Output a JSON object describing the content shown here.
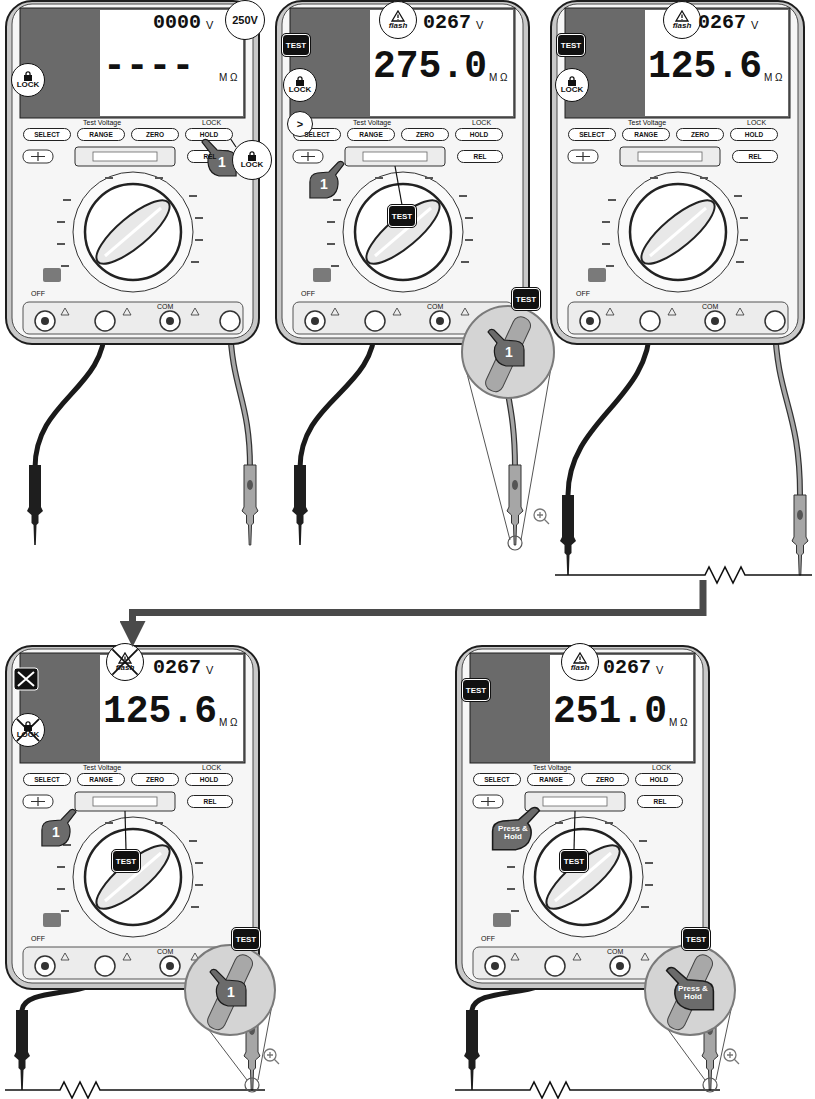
{
  "diagram": {
    "nodes": [
      {
        "text": [
          "0000",
          "V",
          "----",
          "M Ω",
          "Test Voltage",
          "LOCK",
          "COM",
          "OFF"
        ]
      },
      {
        "text": [
          "SELECT"
        ],
        "in": 0
      },
      {
        "text": [
          "RANGE"
        ],
        "in": 0
      },
      {
        "text": [
          "ZERO"
        ],
        "in": 0
      },
      {
        "text": [
          "HOLD"
        ],
        "in": 0
      },
      {
        "text": [
          "REL"
        ],
        "in": 0
      },
      {
        "text": [
          "250V"
        ]
      },
      {
        "text": [
          "LOCK"
        ]
      },
      {
        "text": [
          "1"
        ]
      },
      {
        "text": [
          "LOCK"
        ]
      },
      {
        "text": [
          "0267",
          "V",
          "275.0",
          "M Ω",
          "Test Voltage",
          "LOCK",
          "COM",
          "OFF"
        ]
      },
      {
        "text": [
          "SELECT"
        ],
        "in": 10
      },
      {
        "text": [
          "RANGE"
        ],
        "in": 10
      },
      {
        "text": [
          "ZERO"
        ],
        "in": 10
      },
      {
        "text": [
          "HOLD"
        ],
        "in": 10
      },
      {
        "text": [
          "REL"
        ],
        "in": 10
      },
      {
        "text": [
          "TEST"
        ]
      },
      {
        "text": [
          "flash"
        ]
      },
      {
        "text": [
          "LOCK"
        ]
      },
      {
        "text": [
          ">"
        ]
      },
      {
        "text": [
          "1"
        ]
      },
      {
        "text": [
          "TEST"
        ]
      },
      {
        "text": [
          "TEST"
        ]
      },
      {
        "text": [
          "1"
        ]
      },
      {
        "text": [
          "0267",
          "V",
          "125.6",
          "M Ω",
          "Test Voltage",
          "LOCK",
          "COM",
          "OFF"
        ]
      },
      {
        "text": [
          "SELECT"
        ],
        "in": 24
      },
      {
        "text": [
          "RANGE"
        ],
        "in": 24
      },
      {
        "text": [
          "ZERO"
        ],
        "in": 24
      },
      {
        "text": [
          "HOLD"
        ],
        "in": 24
      },
      {
        "text": [
          "REL"
        ],
        "in": 24
      },
      {
        "text": [
          "TEST"
        ]
      },
      {
        "text": [
          "flash"
        ]
      },
      {
        "text": [
          "LOCK"
        ]
      },
      {
        "text": [
          "0267",
          "V",
          "125.6",
          "M Ω",
          "Test Voltage",
          "LOCK",
          "COM",
          "OFF"
        ]
      },
      {
        "text": [
          "SELECT"
        ],
        "in": 33
      },
      {
        "text": [
          "RANGE"
        ],
        "in": 33
      },
      {
        "text": [
          "ZERO"
        ],
        "in": 33
      },
      {
        "text": [
          "HOLD"
        ],
        "in": 33
      },
      {
        "text": [
          "REL"
        ],
        "in": 33
      },
      {
        "text": [
          "flash"
        ]
      },
      {
        "text": [
          "LOCK"
        ]
      },
      {
        "text": [
          "1"
        ]
      },
      {
        "text": [
          "TEST"
        ]
      },
      {
        "text": [
          "TEST"
        ]
      },
      {
        "text": [
          "1"
        ]
      },
      {
        "text": [
          "0267",
          "V",
          "251.0",
          "M Ω",
          "Test Voltage",
          "LOCK",
          "COM",
          "OFF"
        ]
      },
      {
        "text": [
          "SELECT"
        ],
        "in": 45
      },
      {
        "text": [
          "RANGE"
        ],
        "in": 45
      },
      {
        "text": [
          "ZERO"
        ],
        "in": 45
      },
      {
        "text": [
          "HOLD"
        ],
        "in": 45
      },
      {
        "text": [
          "REL"
        ],
        "in": 45
      },
      {
        "text": [
          "TEST"
        ]
      },
      {
        "text": [
          "flash"
        ]
      },
      {
        "text": [
          "Press & Hold"
        ]
      },
      {
        "text": [
          "TEST"
        ]
      },
      {
        "text": [
          "TEST"
        ]
      },
      {
        "text": [
          "Press & Hold"
        ]
      }
    ],
    "edges": [
      {
        "from": 24,
        "to": 33,
        "arrow": "to"
      }
    ]
  }
}
